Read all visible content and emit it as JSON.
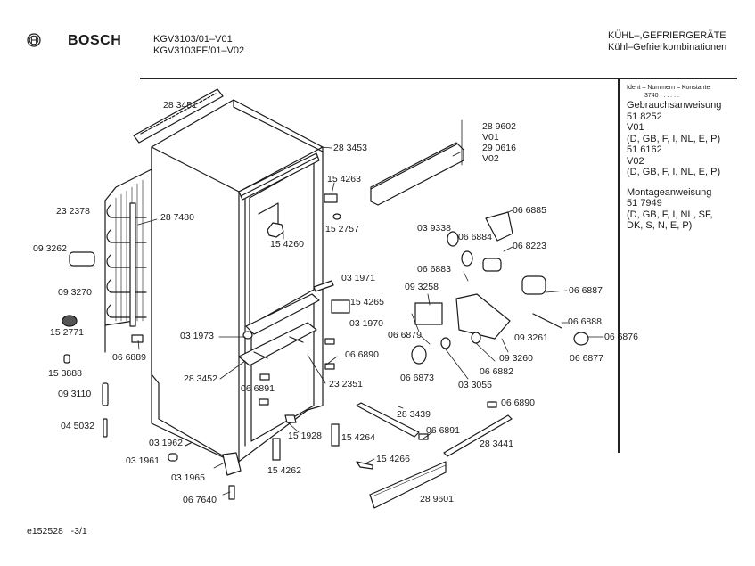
{
  "header": {
    "brand": "BOSCH",
    "logo_icon": "bosch-armature-icon",
    "models": [
      "KGV3103/01–V01",
      "KGV3103FF/01–V02"
    ],
    "category_title": "KÜHL–,GEFRIERGERÄTE",
    "category_subtitle": "Kühl–Gefrierkombinationen"
  },
  "docinfo": {
    "ident_label": "Ident – Nummern – Konstante",
    "ident_value": "3740 . . . . . .",
    "usage_title": "Gebrauchsanweisung",
    "usage_items": [
      {
        "number": "51 8252",
        "version": "V01",
        "languages": "(D, GB, F, I, NL, E, P)"
      },
      {
        "number": "51 6162",
        "version": "V02",
        "languages": "(D, GB, F, I, NL, E, P)"
      }
    ],
    "mounting_title": "Montageanweisung",
    "mounting_number": "51 7949",
    "mounting_languages_1": "(D, GB, F, I, NL, SF,",
    "mounting_languages_2": "DK, S, N, E, P)"
  },
  "parts": {
    "p283451": "28 3451",
    "p283453": "28 3453",
    "p232378": "23 2378",
    "p287480": "28 7480",
    "p093262": "09 3262",
    "p093270": "09 3270",
    "p152771": "15 2771",
    "p153888": "15 3888",
    "p093110": "09 3110",
    "p045032": "04 5032",
    "p066889": "06 6889",
    "p031973": "03 1973",
    "p283452": "28 3452",
    "p066891a": "06 6891",
    "p232351": "23 2351",
    "p066890a": "06 6890",
    "p154263": "15 4263",
    "p152757": "15 2757",
    "p154260": "15 4260",
    "p031971": "03 1971",
    "p154265": "15 4265",
    "p031970": "03 1970",
    "p289602": "28 9602",
    "v01": "V01",
    "p290616": "29 0616",
    "v02": "V02",
    "p066885": "06 6885",
    "p039338": "03 9338",
    "p066884": "06 6884",
    "p068223": "06 8223",
    "p066883": "06 6883",
    "p093258": "09 3258",
    "p066887": "06 6887",
    "p066888": "06 6888",
    "p093261": "09 3261",
    "p066876": "06 6876",
    "p066879": "06 6879",
    "p093260": "09 3260",
    "p066877": "06 6877",
    "p066882": "06 6882",
    "p066873": "06 6873",
    "p033055": "03 3055",
    "p066890b": "06 6890",
    "p283439": "28 3439",
    "p066891b": "06 6891",
    "p283441": "28 3441",
    "p154266": "15 4266",
    "p289601": "28 9601",
    "p151928": "15 1928",
    "p154264": "15 4264",
    "p154262": "15 4262",
    "p031962": "03 1962",
    "p031961": "03 1961",
    "p031965": "03 1965",
    "p067640": "06 7640"
  },
  "footer": {
    "code": "e152528",
    "page": "-3/1"
  }
}
